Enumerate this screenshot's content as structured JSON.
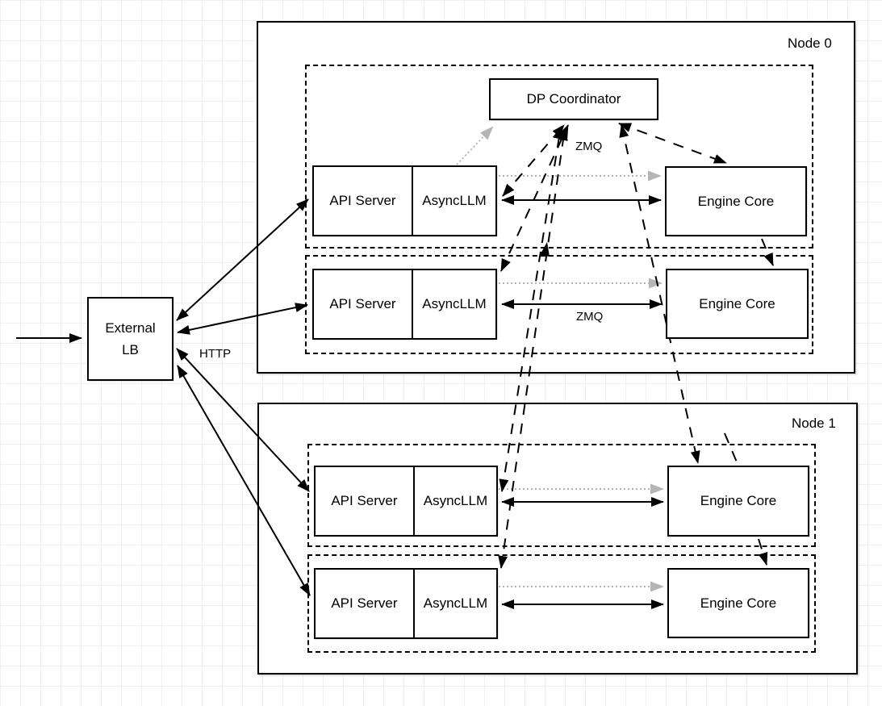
{
  "diagram_type": "architecture-diagram",
  "colors": {
    "line": "#000000",
    "gray_line": "#b5b5b5",
    "box_border": "#000000",
    "box_fill": "#ffffff",
    "background": "#ffffff",
    "grid": "#f0f0f0"
  },
  "external_lb": {
    "line1": "External",
    "line2": "LB"
  },
  "labels": {
    "http": "HTTP",
    "zmq_coordinator": "ZMQ",
    "zmq_row": "ZMQ"
  },
  "dp_coordinator": {
    "label": "DP Coordinator"
  },
  "node0": {
    "label": "Node 0",
    "rows": [
      {
        "api_server": "API Server",
        "asyncllm": "AsyncLLM",
        "engine_core": "Engine Core"
      },
      {
        "api_server": "API Server",
        "asyncllm": "AsyncLLM",
        "engine_core": "Engine Core"
      }
    ]
  },
  "node1": {
    "label": "Node 1",
    "rows": [
      {
        "api_server": "API Server",
        "asyncllm": "AsyncLLM",
        "engine_core": "Engine Core"
      },
      {
        "api_server": "API Server",
        "asyncllm": "AsyncLLM",
        "engine_core": "Engine Core"
      }
    ]
  },
  "edges": [
    {
      "from": "inbound-traffic",
      "to": "external-lb",
      "style": "solid",
      "heads": "end"
    },
    {
      "from": "external-lb",
      "to": "api-server-n0r0",
      "style": "solid",
      "heads": "both",
      "label": "HTTP"
    },
    {
      "from": "external-lb",
      "to": "api-server-n0r1",
      "style": "solid",
      "heads": "both"
    },
    {
      "from": "external-lb",
      "to": "api-server-n1r0",
      "style": "solid",
      "heads": "both"
    },
    {
      "from": "external-lb",
      "to": "api-server-n1r1",
      "style": "solid",
      "heads": "both"
    },
    {
      "from": "asyncllm-n0r0",
      "to": "engine-core-n0r0",
      "style": "solid",
      "heads": "both",
      "label": "ZMQ"
    },
    {
      "from": "asyncllm-n0r1",
      "to": "engine-core-n0r1",
      "style": "solid",
      "heads": "both",
      "label": "ZMQ"
    },
    {
      "from": "asyncllm-n1r0",
      "to": "engine-core-n1r0",
      "style": "solid",
      "heads": "both"
    },
    {
      "from": "asyncllm-n1r1",
      "to": "engine-core-n1r1",
      "style": "solid",
      "heads": "both"
    },
    {
      "from": "asyncllm-n0r0",
      "to": "dp-coordinator",
      "style": "dotted-gray",
      "heads": "end"
    },
    {
      "from": "asyncllm-n0r0",
      "to": "engine-core-n0r0",
      "style": "dotted-gray",
      "heads": "end"
    },
    {
      "from": "asyncllm-n0r1",
      "to": "engine-core-n0r1",
      "style": "dotted-gray",
      "heads": "end"
    },
    {
      "from": "asyncllm-n1r0",
      "to": "engine-core-n1r0",
      "style": "dotted-gray",
      "heads": "end"
    },
    {
      "from": "asyncllm-n1r1",
      "to": "engine-core-n1r1",
      "style": "dotted-gray",
      "heads": "end"
    },
    {
      "from": "dp-coordinator",
      "to": "asyncllm-n0r0",
      "style": "dashed",
      "heads": "both"
    },
    {
      "from": "dp-coordinator",
      "to": "asyncllm-n0r1",
      "style": "dashed",
      "heads": "both"
    },
    {
      "from": "dp-coordinator",
      "to": "asyncllm-n1r0",
      "style": "dashed",
      "heads": "both"
    },
    {
      "from": "dp-coordinator",
      "to": "asyncllm-n1r1",
      "style": "dashed",
      "heads": "both"
    },
    {
      "from": "dp-coordinator",
      "to": "engine-core-n0r0",
      "style": "dashed",
      "heads": "both"
    },
    {
      "from": "dp-coordinator",
      "to": "engine-core-n1r0",
      "style": "dashed",
      "heads": "both"
    },
    {
      "from": "engine-core-n0r0",
      "to": "engine-core-n0r1",
      "style": "dashed",
      "heads": "end"
    },
    {
      "from": "engine-core-n1r0",
      "to": "engine-core-n1r1",
      "style": "dashed",
      "heads": "end"
    }
  ]
}
